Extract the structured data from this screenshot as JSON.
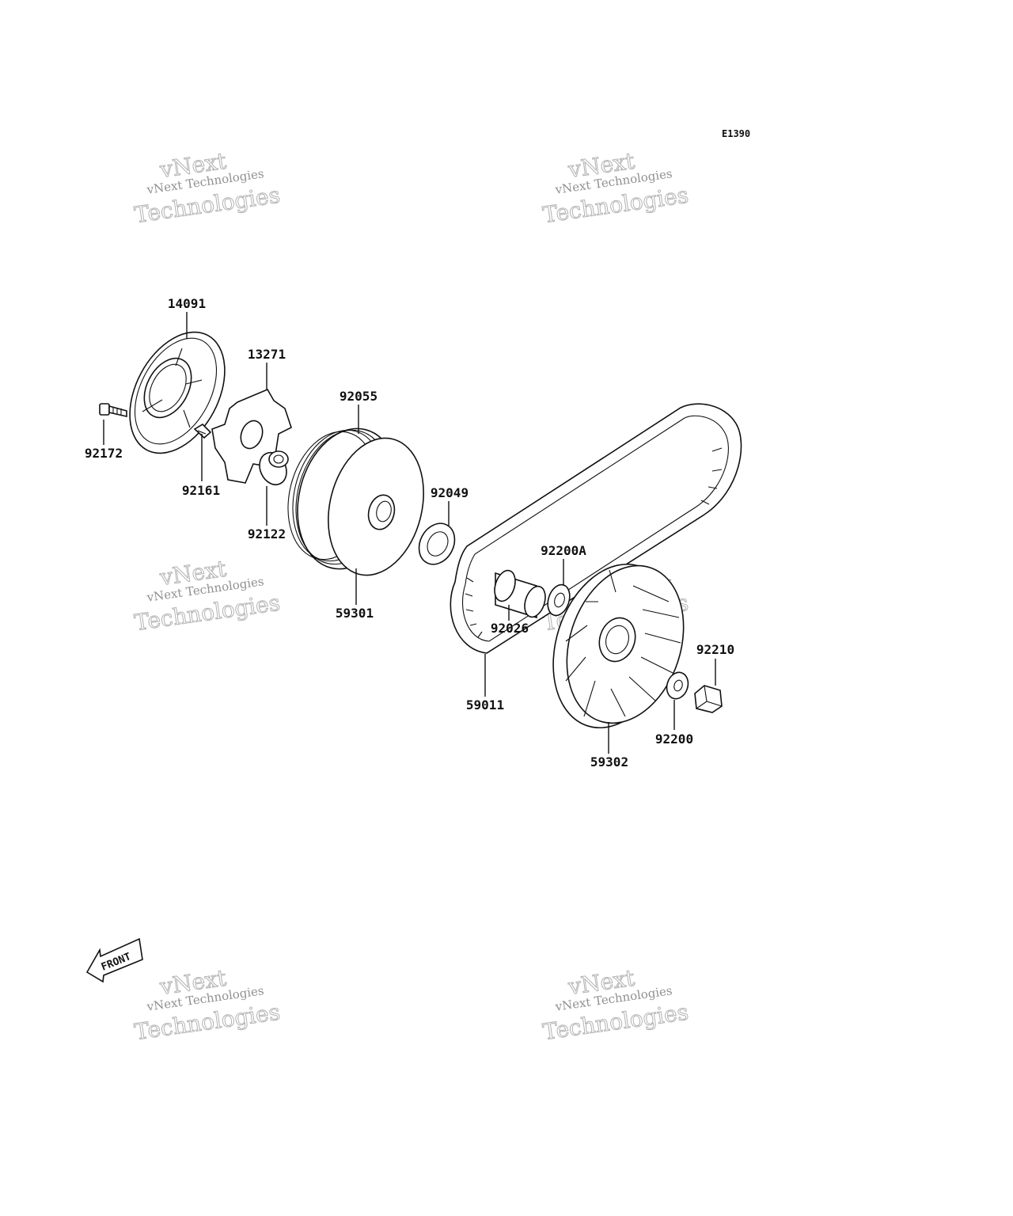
{
  "diagram_code": "E1390",
  "front_label": "FRONT",
  "watermark": {
    "line1": "vNext Technologies",
    "line2": "vNext",
    "line3": "Technologies"
  },
  "parts": [
    {
      "id": "p14091",
      "label": "14091"
    },
    {
      "id": "p13271",
      "label": "13271"
    },
    {
      "id": "p92055",
      "label": "92055"
    },
    {
      "id": "p92172",
      "label": "92172"
    },
    {
      "id": "p92161",
      "label": "92161"
    },
    {
      "id": "p92122",
      "label": "92122"
    },
    {
      "id": "p92049",
      "label": "92049"
    },
    {
      "id": "p92200A",
      "label": "92200A"
    },
    {
      "id": "p59301",
      "label": "59301"
    },
    {
      "id": "p92026",
      "label": "92026"
    },
    {
      "id": "p92210",
      "label": "92210"
    },
    {
      "id": "p59011",
      "label": "59011"
    },
    {
      "id": "p92200",
      "label": "92200"
    },
    {
      "id": "p59302",
      "label": "59302"
    }
  ]
}
